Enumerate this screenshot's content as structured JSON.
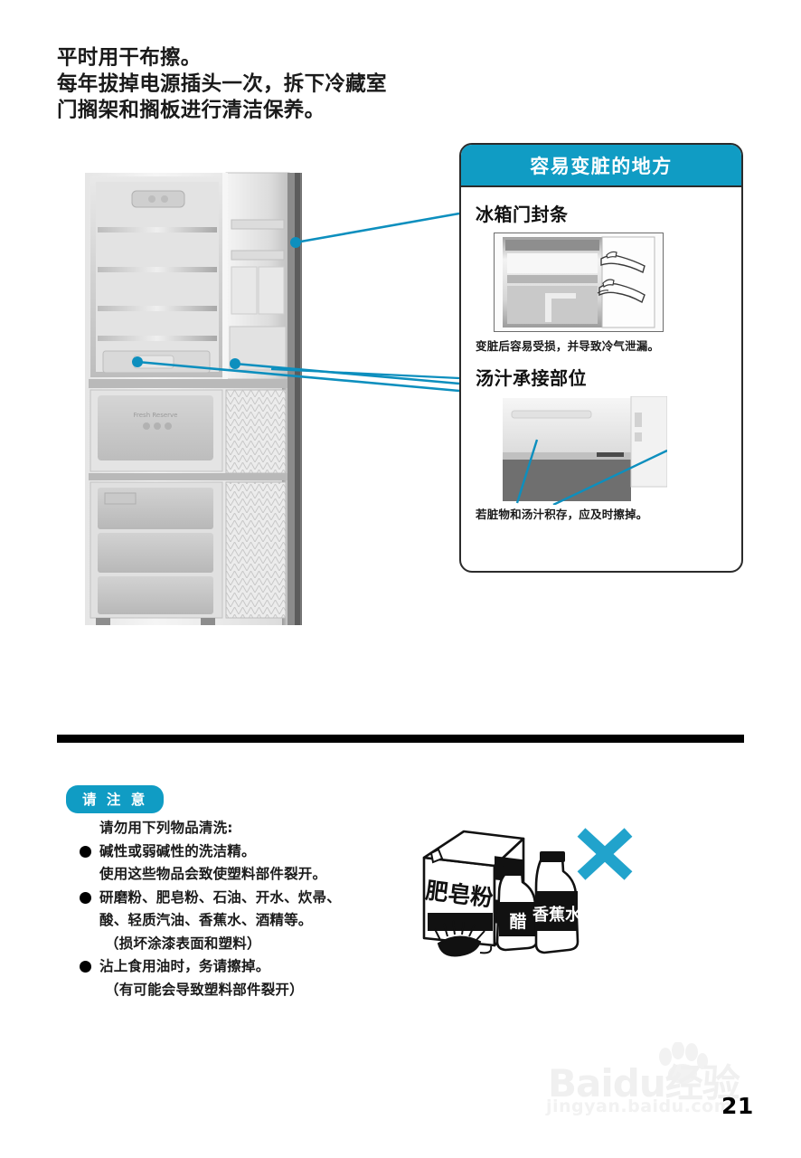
{
  "intro": {
    "text": "平时用干布擦。\n每年拔掉电源插头一次，拆下冷藏室\n门搁架和搁板进行清洁保养。"
  },
  "panel": {
    "header_title": "容易变脏的地方",
    "sections": [
      {
        "title": "冰箱门封条",
        "caption": "变脏后容易受损，并导致冷气泄漏。",
        "photo_name": "door-seal-photo"
      },
      {
        "title": "汤汁承接部位",
        "caption": "若脏物和汤汁积存，应及时擦掉。",
        "photo_name": "drip-area-photo"
      }
    ]
  },
  "figure": {
    "name": "refrigerator-photo",
    "callout_count": 3
  },
  "caution": {
    "badge": "请 注 意",
    "lead": "请勿用下列物品清洗:",
    "items": [
      {
        "bullet": "碱性或弱碱性的洗洁精。",
        "sub": "使用这些物品会致使塑料部件裂开。",
        "paren": ""
      },
      {
        "bullet": "研磨粉、肥皂粉、石油、开水、炊帚、",
        "sub": "酸、轻质汽油、香蕉水、酒精等。",
        "paren": "（损坏涂漆表面和塑料）"
      },
      {
        "bullet": "沾上食用油时，务请擦掉。",
        "sub": "",
        "paren": "（有可能会导致塑料部件裂开）"
      }
    ]
  },
  "illustration": {
    "name": "prohibited-cleaners-illustration",
    "box_label": "肥皂粉",
    "bottle1_label": "醋",
    "bottle2_label": "香蕉水",
    "mark": "X"
  },
  "watermark": {
    "main": "Baidu经验",
    "sub": "jingyan.baidu.com"
  },
  "page_number": "21",
  "colors": {
    "accent_teal": "#109cc4",
    "leader_teal": "#0d8fbe",
    "border_dark": "#2b2b2b",
    "text": "#1a1a1a"
  }
}
